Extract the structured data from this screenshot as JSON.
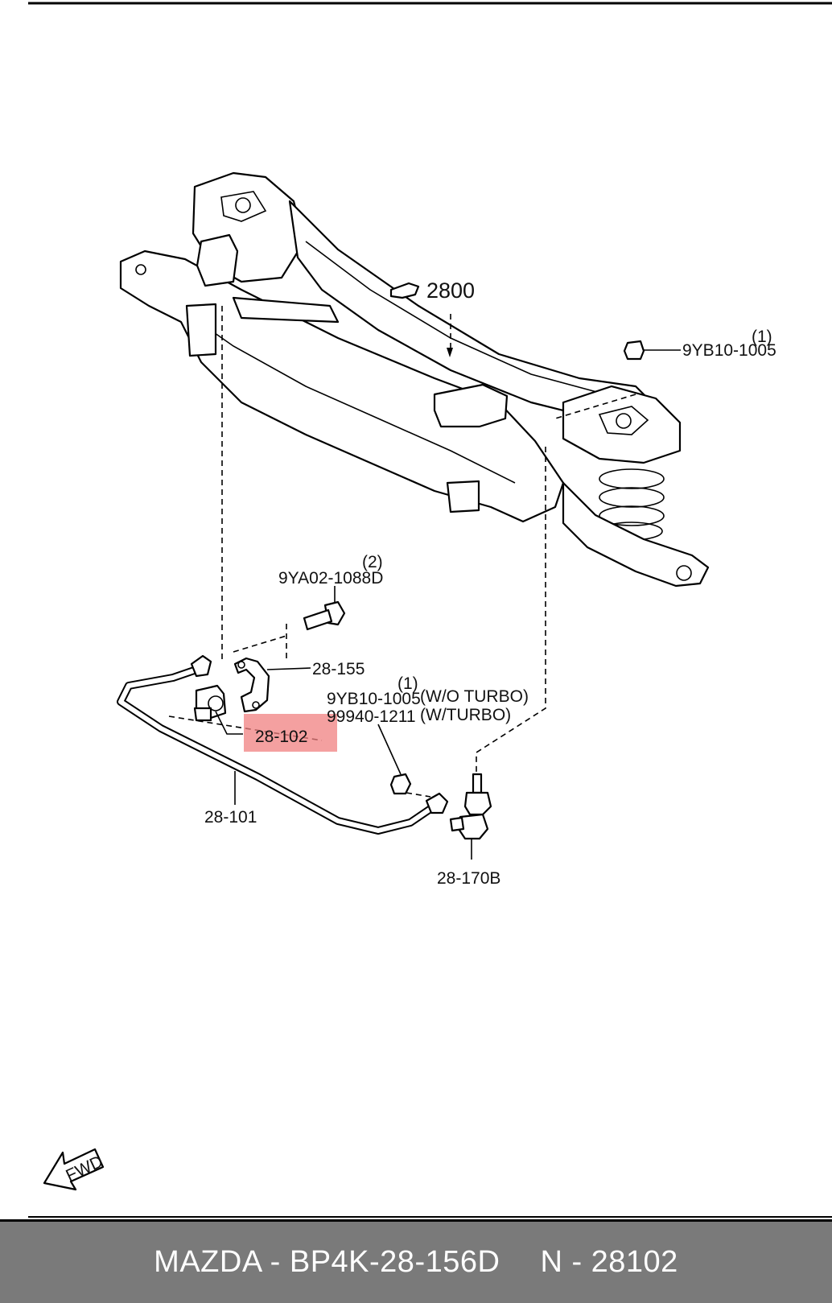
{
  "labels": {
    "main_ref": "2800",
    "nut_top_qty": "(1)",
    "nut_top_part": "9YB10-1005",
    "bolt_qty": "(2)",
    "bolt_part": "9YA02-1088D",
    "bracket_part": "28-155",
    "nut_link_qty": "(1)",
    "nut_link_part_a": "9YB10-1005",
    "nut_link_note_a": "(W/O TURBO)",
    "nut_link_part_b": "99940-1211",
    "nut_link_note_b": "(W/TURBO)",
    "bushing_part": "28-102",
    "bar_part": "28-101",
    "link_part": "28-170B",
    "fwd": "FWD"
  },
  "footer": {
    "brand_part": "MAZDA - BP4K-28-156D",
    "ref_number": "N - 28102"
  },
  "colors": {
    "highlight": "#f08080",
    "footer_bg": "#7a7a7a"
  }
}
